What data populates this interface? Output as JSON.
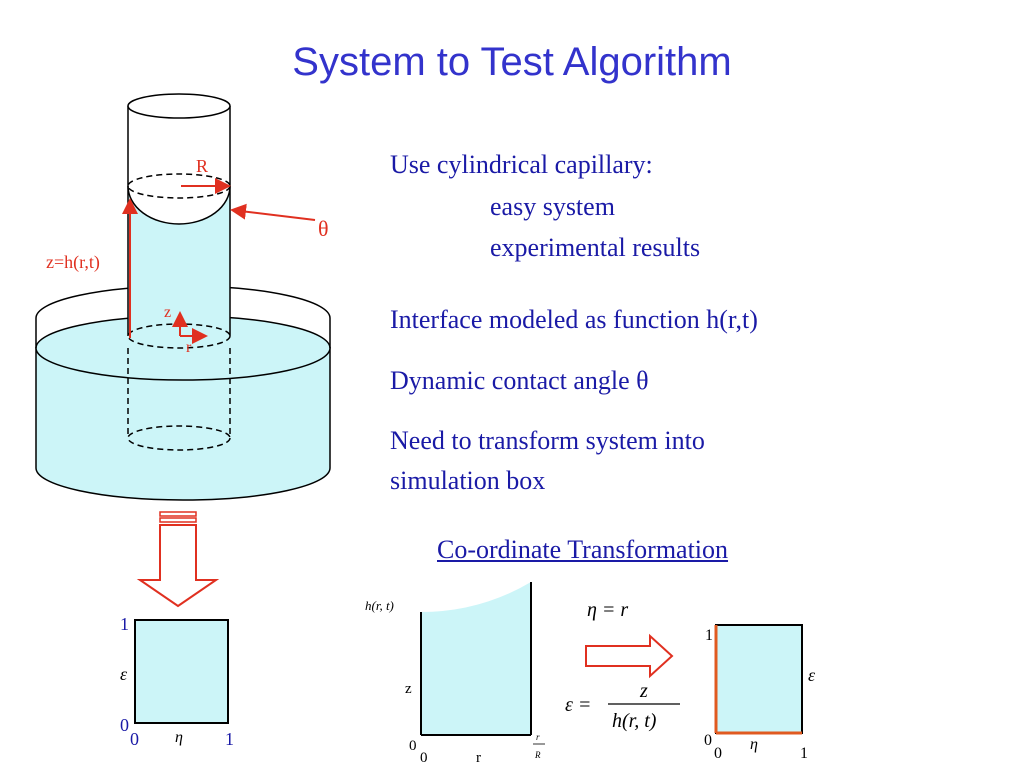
{
  "title": "System to Test Algorithm",
  "bullets": {
    "b1": "Use cylindrical capillary:",
    "b1_sub1": "easy system",
    "b1_sub2": "experimental results",
    "b2": "Interface modeled as function h(r,t)",
    "b3": "Dynamic contact angle θ",
    "b4_line1": "Need to transform system into",
    "b4_line2": "simulation box"
  },
  "transform_heading": "Co-ordinate Transformation",
  "capillary": {
    "radius_label": "R",
    "theta_label": "θ",
    "height_label": "z=h(r,t)",
    "z_axis": "z",
    "r_axis": "r"
  },
  "small_box": {
    "eps": "ε",
    "eta": "η",
    "y1": "1",
    "y0": "0",
    "x0": "0",
    "x1": "1"
  },
  "physical_plot": {
    "h_label": "h(r, t)",
    "z_label": "z",
    "y0": "0",
    "x0": "0",
    "r_label": "r",
    "r_num": "r",
    "r_den": "R"
  },
  "equations": {
    "eta_eq": "η = r",
    "eps_lhs": "ε =",
    "eps_num": "z",
    "eps_den": "h(r, t)"
  },
  "sim_box": {
    "y1": "1",
    "eps": "ε",
    "y0": "0",
    "x0": "0",
    "eta": "η",
    "x1": "1"
  },
  "colors": {
    "title": "#3333cc",
    "text": "#1a1aa6",
    "liquid": "#ccf5f8",
    "accent_red": "#e03020",
    "sim_border_orange": "#e05a20"
  }
}
